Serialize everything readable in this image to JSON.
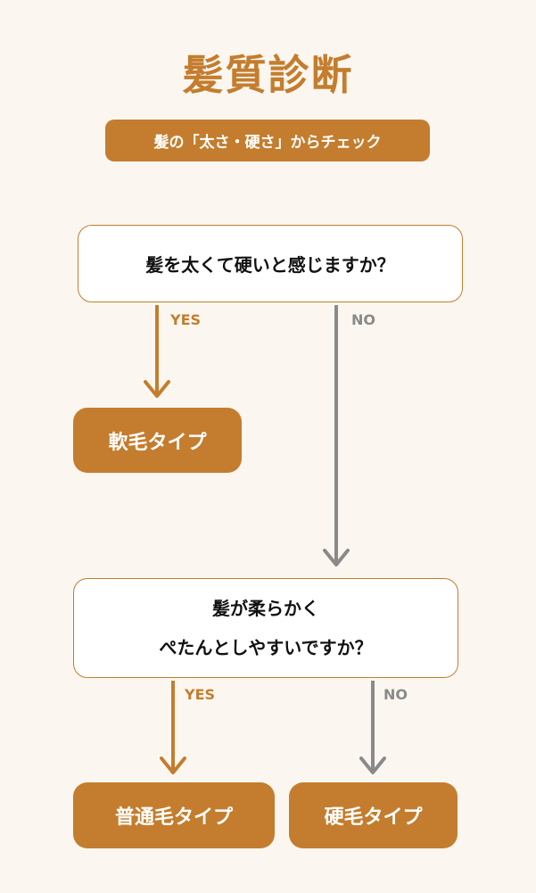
{
  "title": "髪質診断",
  "subtitle": "髪の「太さ・硬さ」からチェック",
  "questions": [
    {
      "lines": [
        "髪を太くて硬いと感じますか？"
      ]
    },
    {
      "lines": [
        "髪が柔らかく",
        "ぺたんとしやすいですか？"
      ]
    }
  ],
  "results": [
    "軟毛タイプ",
    "普通毛タイプ",
    "硬毛タイプ"
  ],
  "branch_labels": {
    "yes": "YES",
    "no": "NO"
  },
  "colors": {
    "accent": "#c47d2e",
    "no_arrow": "#8a8a8a",
    "background": "#fbf7f0"
  }
}
